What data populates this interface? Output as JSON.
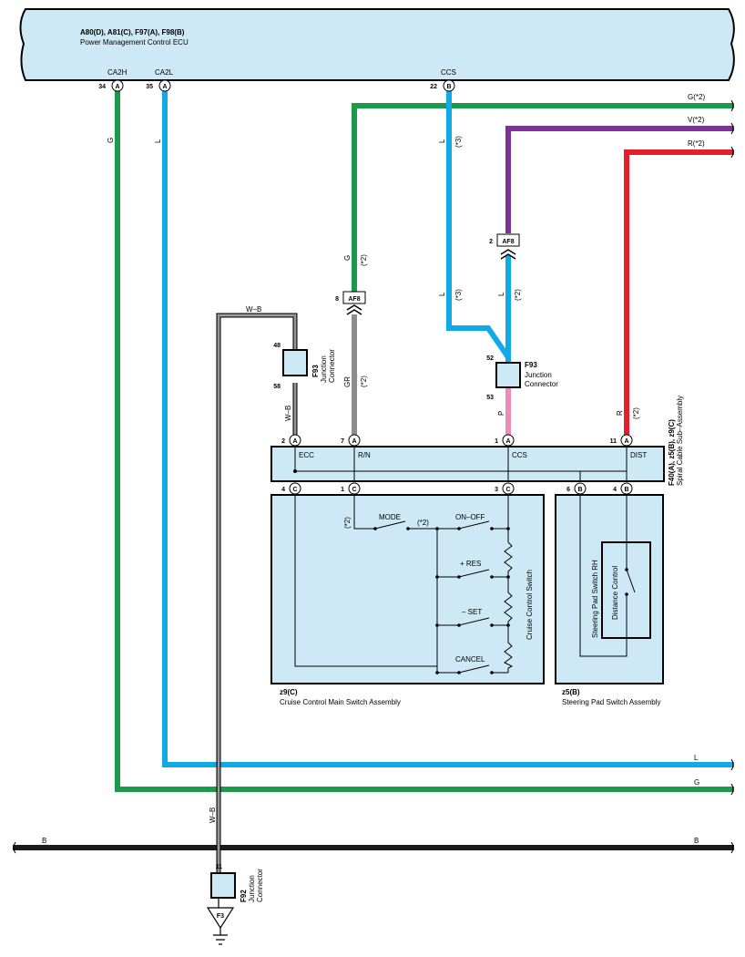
{
  "colors": {
    "green": "#1a9a4a",
    "blue": "#12aae6",
    "purple": "#7a3496",
    "red": "#e41e2b",
    "gray": "#8c8c8c",
    "pink": "#ec8cbc",
    "black": "#1a1a1a",
    "box_fill": "#cde9f6"
  },
  "ecu": {
    "title": "A80(D), A81(C), F97(A), F98(B)",
    "subtitle": "Power Management Control ECU",
    "pins": [
      {
        "name": "CA2H",
        "num": "34",
        "conn": "A"
      },
      {
        "name": "CA2L",
        "num": "35",
        "conn": "A"
      },
      {
        "name": "CCS",
        "num": "22",
        "conn": "B"
      }
    ]
  },
  "wires": {
    "ca2h_color": "G",
    "ca2l_color": "L",
    "g_label": "G",
    "gr_label": "GR",
    "note2": "(*2)",
    "note3": "(*3)",
    "l_label": "L",
    "p_label": "P",
    "r_label": "R",
    "b_label": "B",
    "wb_label": "W–B",
    "right_g2": "G(*2)",
    "right_v2": "V(*2)",
    "right_r2": "R(*2)"
  },
  "connectors": {
    "af8_label": "AF8",
    "af8_left_pin": "8",
    "af8_right_pin": "2",
    "f93_label": "F93",
    "f93_desc1": "Junction",
    "f93_desc2": "Connector",
    "f93_left_top": "48",
    "f93_left_bot": "58",
    "f93_right_top": "52",
    "f93_right_bot": "53",
    "f92_label": "F92",
    "f92_desc1": "Junction",
    "f92_desc2": "Connector",
    "f92_pin": "11",
    "ground": "F3"
  },
  "spiral": {
    "title": "F40(A), z5(B), z9(C)",
    "subtitle": "Spiral Cable Sub–Assembly",
    "top_pins": [
      {
        "num": "2",
        "conn": "A",
        "name": "ECC"
      },
      {
        "num": "7",
        "conn": "A",
        "name": "R/N"
      },
      {
        "num": "1",
        "conn": "A",
        "name": "CCS"
      },
      {
        "num": "11",
        "conn": "A",
        "name": "DIST"
      }
    ],
    "bottom_pins": [
      {
        "num": "4",
        "conn": "C"
      },
      {
        "num": "1",
        "conn": "C"
      },
      {
        "num": "3",
        "conn": "C"
      },
      {
        "num": "6",
        "conn": "B"
      },
      {
        "num": "4",
        "conn": "B"
      }
    ]
  },
  "cruise_switch": {
    "title": "z9(C)",
    "subtitle": "Cruise Control Main Switch Assembly",
    "inner_label": "Cruise Control Switch",
    "mode": "MODE",
    "on_off": "ON–OFF",
    "res": "+ RES",
    "set": "– SET",
    "cancel": "CANCEL"
  },
  "steering_switch": {
    "title": "z5(B)",
    "subtitle": "Steering Pad Switch Assembly",
    "inner_label": "Steering Pad Switch RH",
    "distance": "Distance Control"
  }
}
